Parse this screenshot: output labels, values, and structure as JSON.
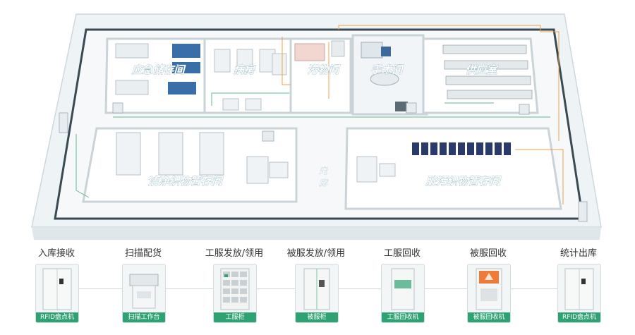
{
  "colors": {
    "accent_green": "#2fa273",
    "wire_orange": "#f0a24a",
    "wire_green": "#5cb98f",
    "wall": "#d7dfe3",
    "floor": "#f6f8f9"
  },
  "floorplan": {
    "rooms": {
      "emergency_storage": "应急储存间",
      "ward": "病房",
      "dirty_room": "污物间",
      "operating_room": "手术间",
      "supply_room": "供应室",
      "clean_textile_storage": "洁净织物暂存间",
      "dirty_textile_storage": "脏污织物暂存间"
    },
    "corridor": [
      "走",
      "廊"
    ]
  },
  "process": {
    "steps": [
      {
        "title": "入库接收",
        "badge": "RFID盘点机",
        "device": "rfid-cabinet"
      },
      {
        "title": "扫描配货",
        "badge": "扫描工作台",
        "device": "scan-workstation"
      },
      {
        "title": "工服发放/领用",
        "badge": "工服柜",
        "device": "uniform-locker"
      },
      {
        "title": "被服发放/领用",
        "badge": "被服柜",
        "device": "bedding-cabinet"
      },
      {
        "title": "工服回收",
        "badge": "工服回收机",
        "device": "uniform-recycler"
      },
      {
        "title": "被服回收",
        "badge": "被服回收机",
        "device": "bedding-recycler"
      },
      {
        "title": "统计出库",
        "badge": "RFID盘点机",
        "device": "rfid-cabinet"
      }
    ]
  }
}
